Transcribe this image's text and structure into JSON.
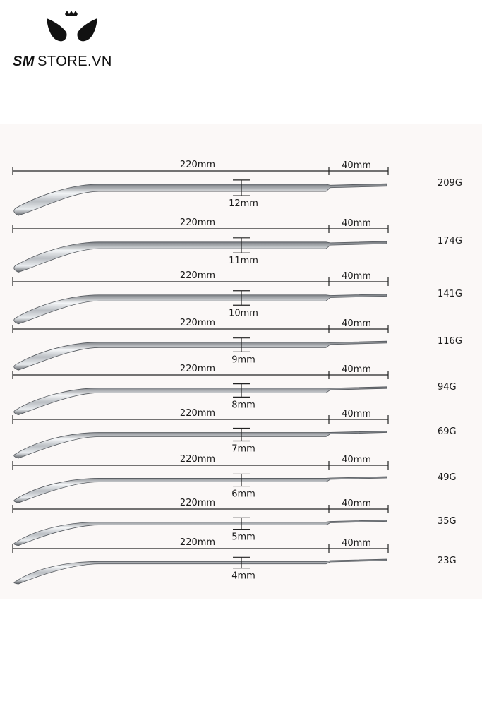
{
  "brand": {
    "logo_prefix": "SM",
    "logo_suffix": "STORE.VN",
    "logo_icon": "crown-cat-ears-icon"
  },
  "colors": {
    "background": "#ffffff",
    "panel": "#fbf8f7",
    "line": "#222222",
    "steel": "#9a9ea3"
  },
  "sounds": [
    {
      "length_label": "220mm",
      "tip_label": "40mm",
      "diameter_label": "12mm",
      "weight_label": "209G",
      "diameter_mm": 12
    },
    {
      "length_label": "220mm",
      "tip_label": "40mm",
      "diameter_label": "11mm",
      "weight_label": "174G",
      "diameter_mm": 11
    },
    {
      "length_label": "220mm",
      "tip_label": "40mm",
      "diameter_label": "10mm",
      "weight_label": "141G",
      "diameter_mm": 10
    },
    {
      "length_label": "220mm",
      "tip_label": "40mm",
      "diameter_label": "9mm",
      "weight_label": "116G",
      "diameter_mm": 9
    },
    {
      "length_label": "220mm",
      "tip_label": "40mm",
      "diameter_label": "8mm",
      "weight_label": "94G",
      "diameter_mm": 8
    },
    {
      "length_label": "220mm",
      "tip_label": "40mm",
      "diameter_label": "7mm",
      "weight_label": "69G",
      "diameter_mm": 7
    },
    {
      "length_label": "220mm",
      "tip_label": "40mm",
      "diameter_label": "6mm",
      "weight_label": "49G",
      "diameter_mm": 6
    },
    {
      "length_label": "220mm",
      "tip_label": "40mm",
      "diameter_label": "5mm",
      "weight_label": "35G",
      "diameter_mm": 5
    },
    {
      "length_label": "220mm",
      "tip_label": "40mm",
      "diameter_label": "4mm",
      "weight_label": "23G",
      "diameter_mm": 4
    }
  ]
}
